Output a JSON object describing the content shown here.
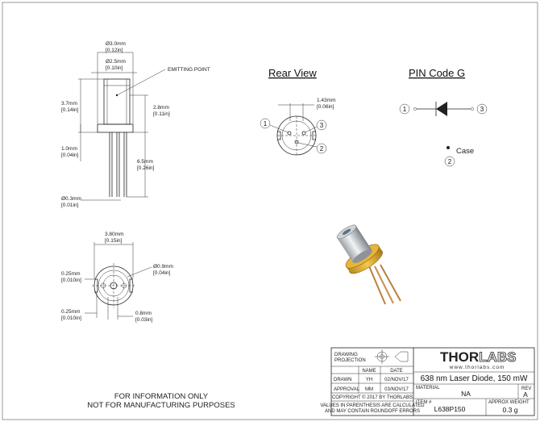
{
  "side_view": {
    "dims": [
      {
        "mm": "Ø3.0mm",
        "in": "[0.12in]"
      },
      {
        "mm": "Ø2.5mm",
        "in": "[0.10in]"
      },
      {
        "mm": "3.7mm",
        "in": "[0.14in]"
      },
      {
        "mm": "2.8mm",
        "in": "[0.11in]"
      },
      {
        "mm": "1.0mm",
        "in": "[0.04in]"
      },
      {
        "mm": "6.5mm",
        "in": "[0.26in]"
      },
      {
        "mm": "Ø0.3mm",
        "in": "[0.01in]"
      }
    ],
    "emitting_point": "EMITTING POINT"
  },
  "bottom_view": {
    "dims": [
      {
        "mm": "3.80mm",
        "in": "[0.15in]"
      },
      {
        "mm": "Ø0.9mm",
        "in": "[0.04in]"
      },
      {
        "mm": "0.25mm",
        "in": "[0.010in]"
      },
      {
        "mm": "0.25mm",
        "in": "[0.010in]"
      },
      {
        "mm": "0.8mm",
        "in": "[0.03in]"
      }
    ]
  },
  "rear_view": {
    "title": "Rear View",
    "dim": {
      "mm": "1.43mm",
      "in": "[0.06in]"
    },
    "pins": [
      "1",
      "2",
      "3"
    ]
  },
  "pin_code": {
    "title": "PIN Code G",
    "left_pin": "1",
    "right_pin": "3",
    "case_pin": "2",
    "case_label": "Case"
  },
  "footer_note": {
    "line1": "FOR INFORMATION ONLY",
    "line2": "NOT FOR MANUFACTURING PURPOSES"
  },
  "title_block": {
    "drawing_projection": [
      "DRAWING",
      "PROJECTION"
    ],
    "col_name": "NAME",
    "col_date": "DATE",
    "rows": [
      {
        "label": "DRAWN",
        "name": "YH",
        "date": "02/NOV/17"
      },
      {
        "label": "APPROVAL",
        "name": "MM",
        "date": "03/NOV/17"
      }
    ],
    "copyright": "COPYRIGHT © 2017 BY THORLABS",
    "rounding_note": [
      "VALUES IN PARENTHESIS ARE CALCULATED",
      "AND MAY CONTAIN ROUNDOFF ERRORS"
    ],
    "logo": {
      "solid": "THOR",
      "outline": "LABS"
    },
    "url": "www.thorlabs.com",
    "description": "638 nm Laser Diode, 150 mW",
    "material_label": "MATERIAL",
    "material": "NA",
    "rev_label": "REV",
    "rev": "A",
    "item_label": "ITEM #",
    "item": "L638P150",
    "weight_label": "APPROX WEIGHT",
    "weight": "0.3 g"
  }
}
